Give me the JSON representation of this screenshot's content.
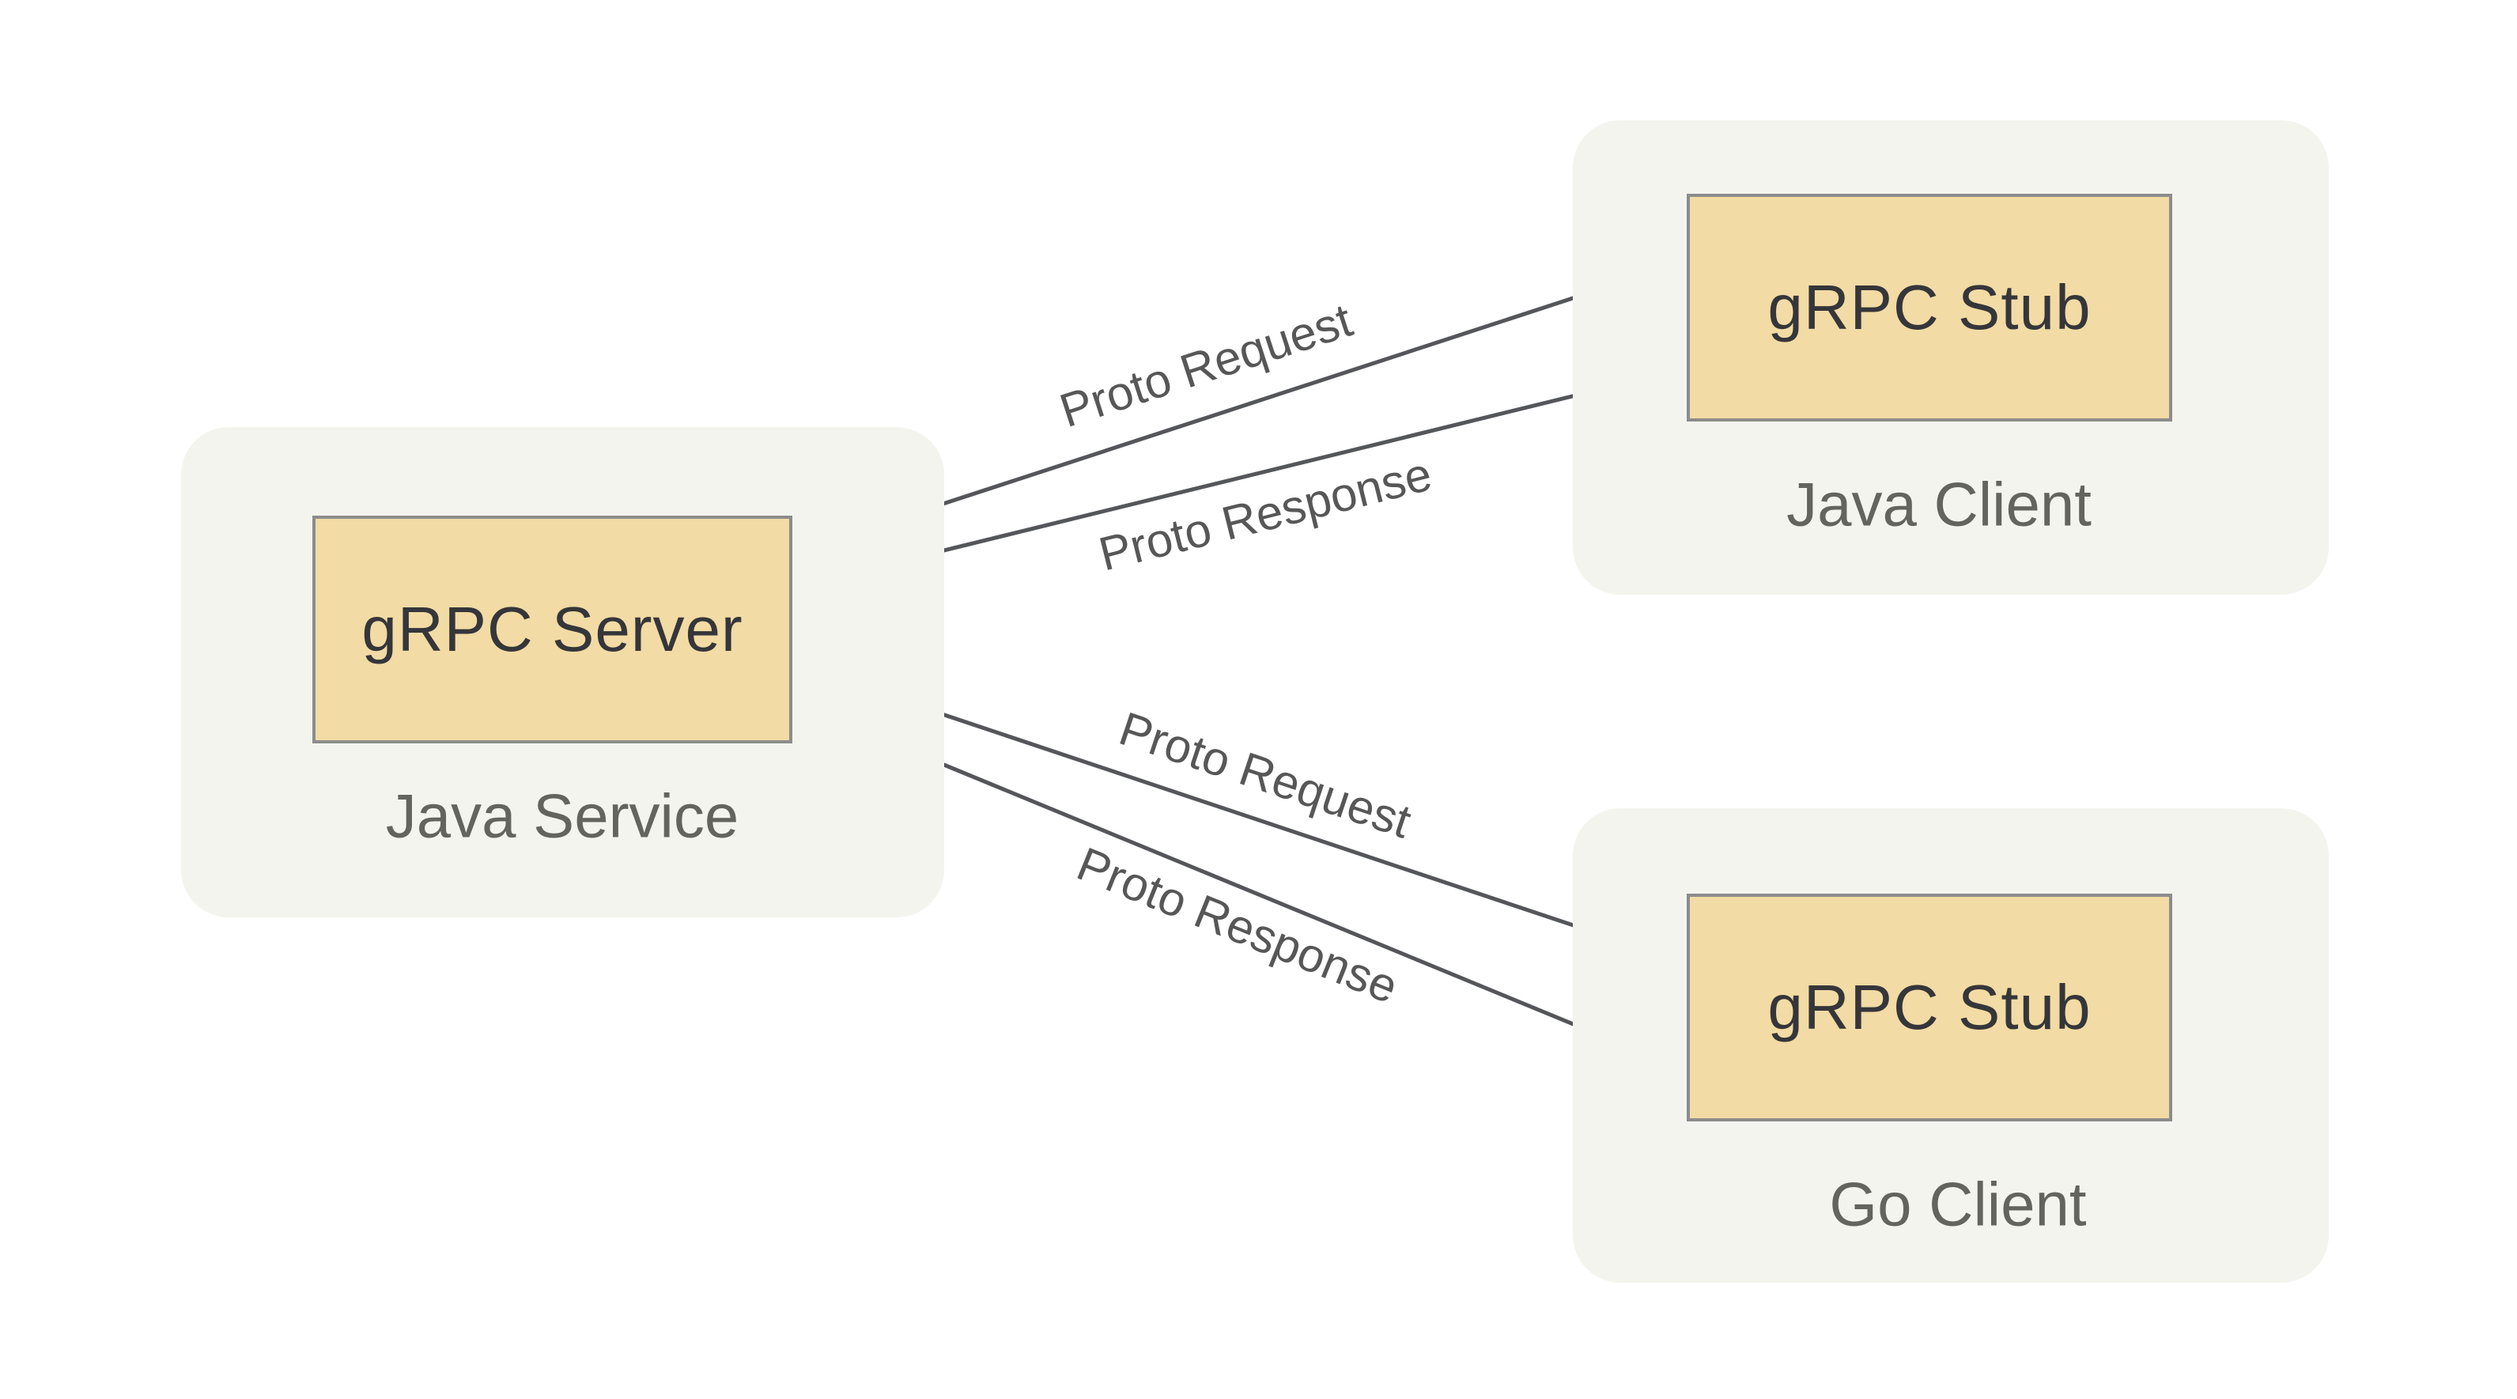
{
  "diagram": {
    "type": "architecture-diagram",
    "nodes": {
      "java_service": {
        "container_label": "Java Service",
        "box_label": "gRPC Server"
      },
      "java_client": {
        "container_label": "Java Client",
        "box_label": "gRPC Stub"
      },
      "go_client": {
        "container_label": "Go Client",
        "box_label": "gRPC Stub"
      }
    },
    "edges": [
      {
        "label": "Proto Request",
        "from": "java_client.grpc_stub",
        "to": "java_service.grpc_server"
      },
      {
        "label": "Proto Response",
        "from": "java_service.grpc_server",
        "to": "java_client.grpc_stub"
      },
      {
        "label": "Proto Request",
        "from": "go_client.grpc_stub",
        "to": "java_service.grpc_server"
      },
      {
        "label": "Proto Response",
        "from": "java_service.grpc_server",
        "to": "go_client.grpc_stub"
      }
    ],
    "colors": {
      "page_background": "#ffffff",
      "container_fill": "#f4f4ef",
      "node_fill": "#f2dba4",
      "node_border": "#8c8c8c",
      "node_text": "#35363a",
      "container_label_text": "#64645f",
      "arrow_stroke": "#55565a",
      "arrow_label_text": "#575757"
    }
  }
}
